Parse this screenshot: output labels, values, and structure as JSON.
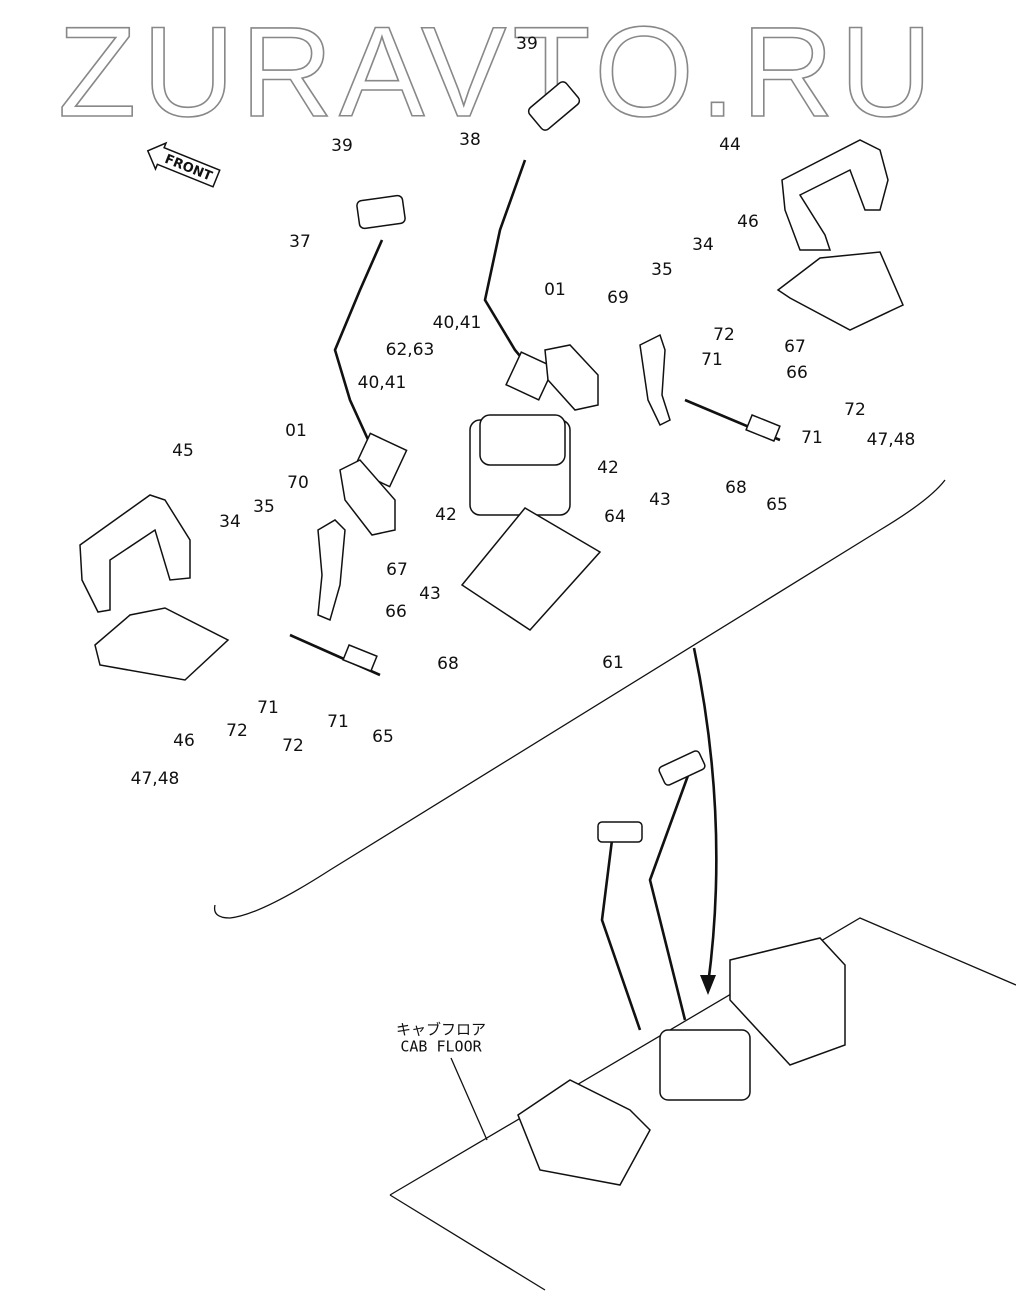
{
  "watermark": "ZURAVTO.RU",
  "front_label": "FRONT",
  "labels": [
    "39",
    "39",
    "38",
    "37",
    "44",
    "46",
    "34",
    "35",
    "01",
    "69",
    "40,41",
    "62,63",
    "72",
    "67",
    "71",
    "66",
    "72",
    "40,41",
    "71",
    "47,48",
    "45",
    "01",
    "42",
    "43",
    "68",
    "65",
    "70",
    "64",
    "34",
    "35",
    "42",
    "43",
    "67",
    "66",
    "68",
    "61",
    "72",
    "71",
    "71",
    "72",
    "65",
    "46",
    "47,48"
  ],
  "cab_floor_jp": "キャブフロア",
  "cab_floor_en": "CAB FLOOR",
  "line_color": "#111111",
  "watermark_color": "#888888"
}
